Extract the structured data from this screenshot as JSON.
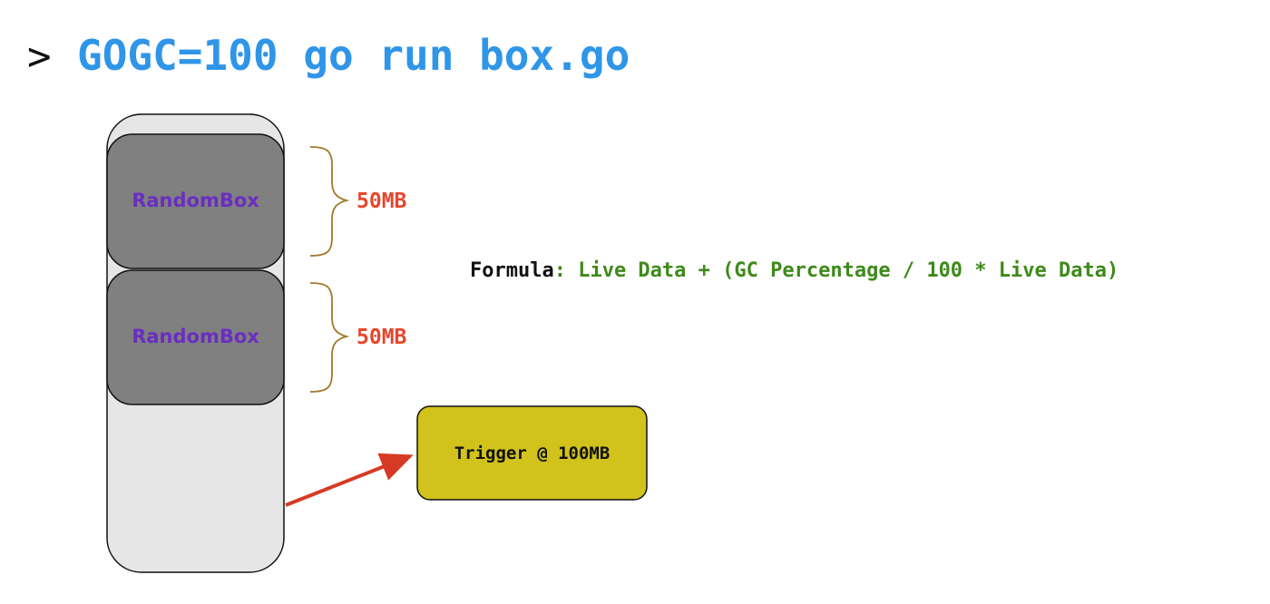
{
  "command": {
    "prompt": ">",
    "text": "GOGC=100 go run box.go"
  },
  "heap": {
    "boxes": [
      {
        "label": "RandomBox",
        "size": "50MB"
      },
      {
        "label": "RandomBox",
        "size": "50MB"
      }
    ]
  },
  "formula": {
    "key": "Formula",
    "value": ": Live Data + (GC Percentage / 100 * Live Data)"
  },
  "trigger": {
    "label": "Trigger @ 100MB"
  },
  "colors": {
    "command": "#2f95e8",
    "box_label": "#6a2ec0",
    "size_label": "#e8452c",
    "formula_value": "#3e8a1a",
    "trigger_fill": "#d1c21c",
    "arrow": "#d63a24",
    "brace": "#a07a2a",
    "heap_fill": "#e6e6e6",
    "box_fill": "#808080"
  }
}
